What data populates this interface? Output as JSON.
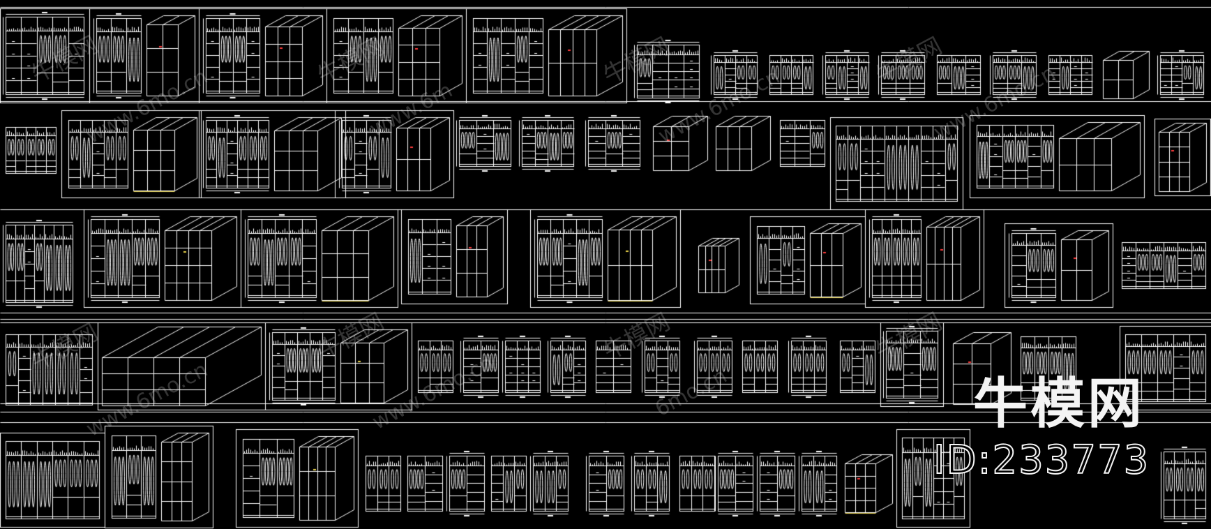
{
  "drawing": {
    "background": "#000000",
    "line_color": "#ffffff",
    "accent_colors": [
      "#ff3b3b",
      "#e8d24a",
      "#ff4fd8"
    ],
    "rows": [
      {
        "name": "row-1",
        "panels": 21
      },
      {
        "name": "row-2",
        "panels": 15
      },
      {
        "name": "row-3",
        "panels": 13
      },
      {
        "name": "row-4",
        "panels": 20
      },
      {
        "name": "row-5",
        "panels": 20
      }
    ]
  },
  "watermarks": {
    "brand": "牛模网",
    "url": "www.6mo.cn",
    "url_partial_1": "www.6m",
    "url_partial_2": "www.6mo.cn",
    "url_partial_3": "6mo.cn"
  },
  "logo": {
    "brand": "牛模网",
    "id_text": "ID:233773"
  }
}
